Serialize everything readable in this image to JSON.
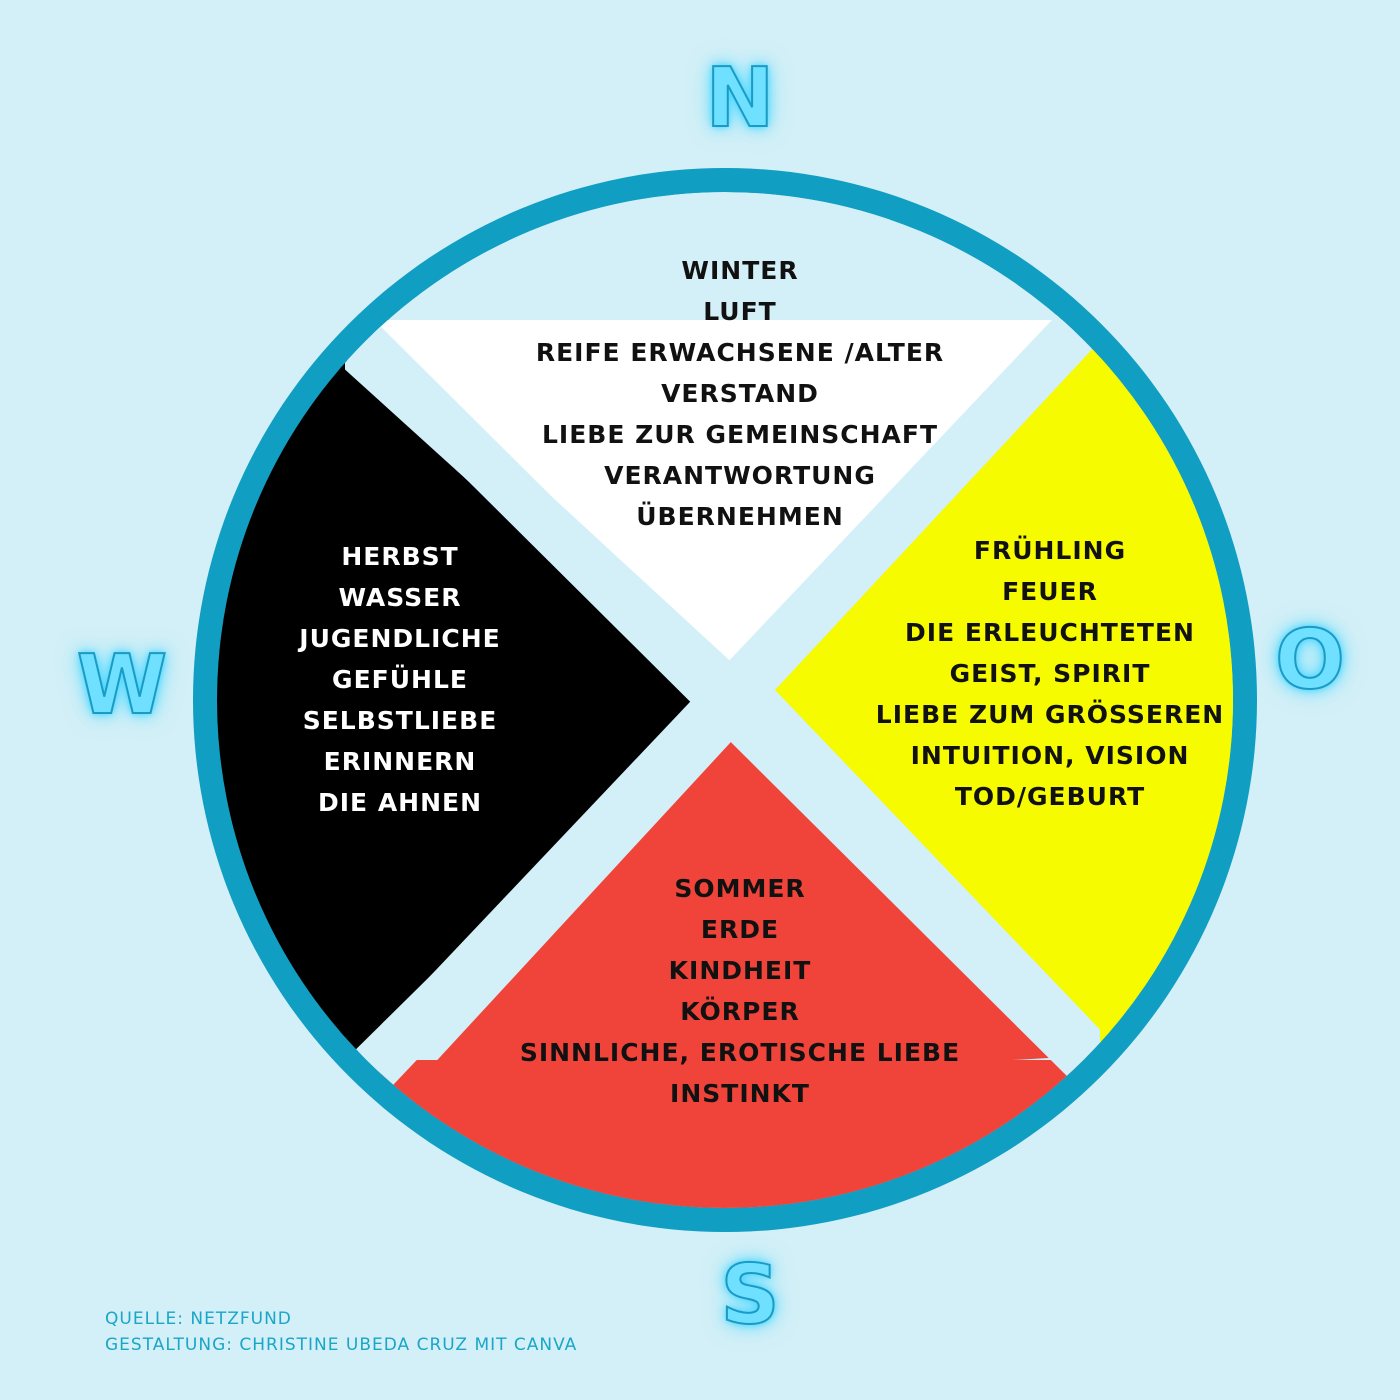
{
  "compass": {
    "north": "N",
    "west": "W",
    "east": "O",
    "south": "S"
  },
  "colors": {
    "background": "#d3eff7",
    "ring": "#109ec2",
    "north": "#ffffff",
    "east": "#f7fb00",
    "south": "#f0443a",
    "west": "#000000",
    "compass_letters": "#6fe0ff"
  },
  "sectors": {
    "north": {
      "lines": [
        "Winter",
        "Luft",
        "Reife Erwachsene /Alter",
        "Verstand",
        "Liebe zur Gemeinschaft",
        "Verantwortung",
        "Übernehmen"
      ]
    },
    "west": {
      "lines": [
        "Herbst",
        "Wasser",
        "Jugendliche",
        "Gefühle",
        "Selbstliebe",
        "Erinnern",
        "Die Ahnen"
      ]
    },
    "east": {
      "lines": [
        "Frühling",
        "Feuer",
        "Die Erleuchteten",
        "Geist, Spirit",
        "Liebe zum Größeren",
        "Intuition, Vision",
        "Tod/Geburt"
      ]
    },
    "south": {
      "lines": [
        "Sommer",
        "Erde",
        "Kindheit",
        "Körper",
        "Sinnliche, erotische Liebe",
        "Instinkt"
      ]
    }
  },
  "credits": {
    "source": "Quelle: Netzfund",
    "design": "Gestaltung: Christine Ubeda Cruz mit Canva"
  }
}
